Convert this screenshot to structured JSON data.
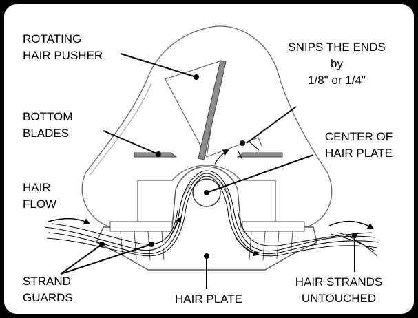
{
  "labels": {
    "rotating_hair_pusher": [
      "ROTATING",
      "HAIR PUSHER"
    ],
    "snips_the_ends": [
      "SNIPS THE ENDS",
      "by",
      "1/8\" or 1/4\""
    ],
    "bottom_blades": [
      "BOTTOM",
      "BLADES"
    ],
    "center_of_hair_plate": [
      "CENTER OF",
      "HAIR PLATE"
    ],
    "hair_flow": [
      "HAIR",
      "FLOW"
    ],
    "strand_guards": [
      "STRAND",
      "GUARDS"
    ],
    "hair_plate": "HAIR PLATE",
    "hair_strands_untouched": [
      "HAIR STRANDS",
      "UNTOUCHED"
    ]
  },
  "colors": {
    "background": "#000000",
    "panel": "#ffffff",
    "ink": "#000000",
    "blade": "#8c8c8c"
  }
}
